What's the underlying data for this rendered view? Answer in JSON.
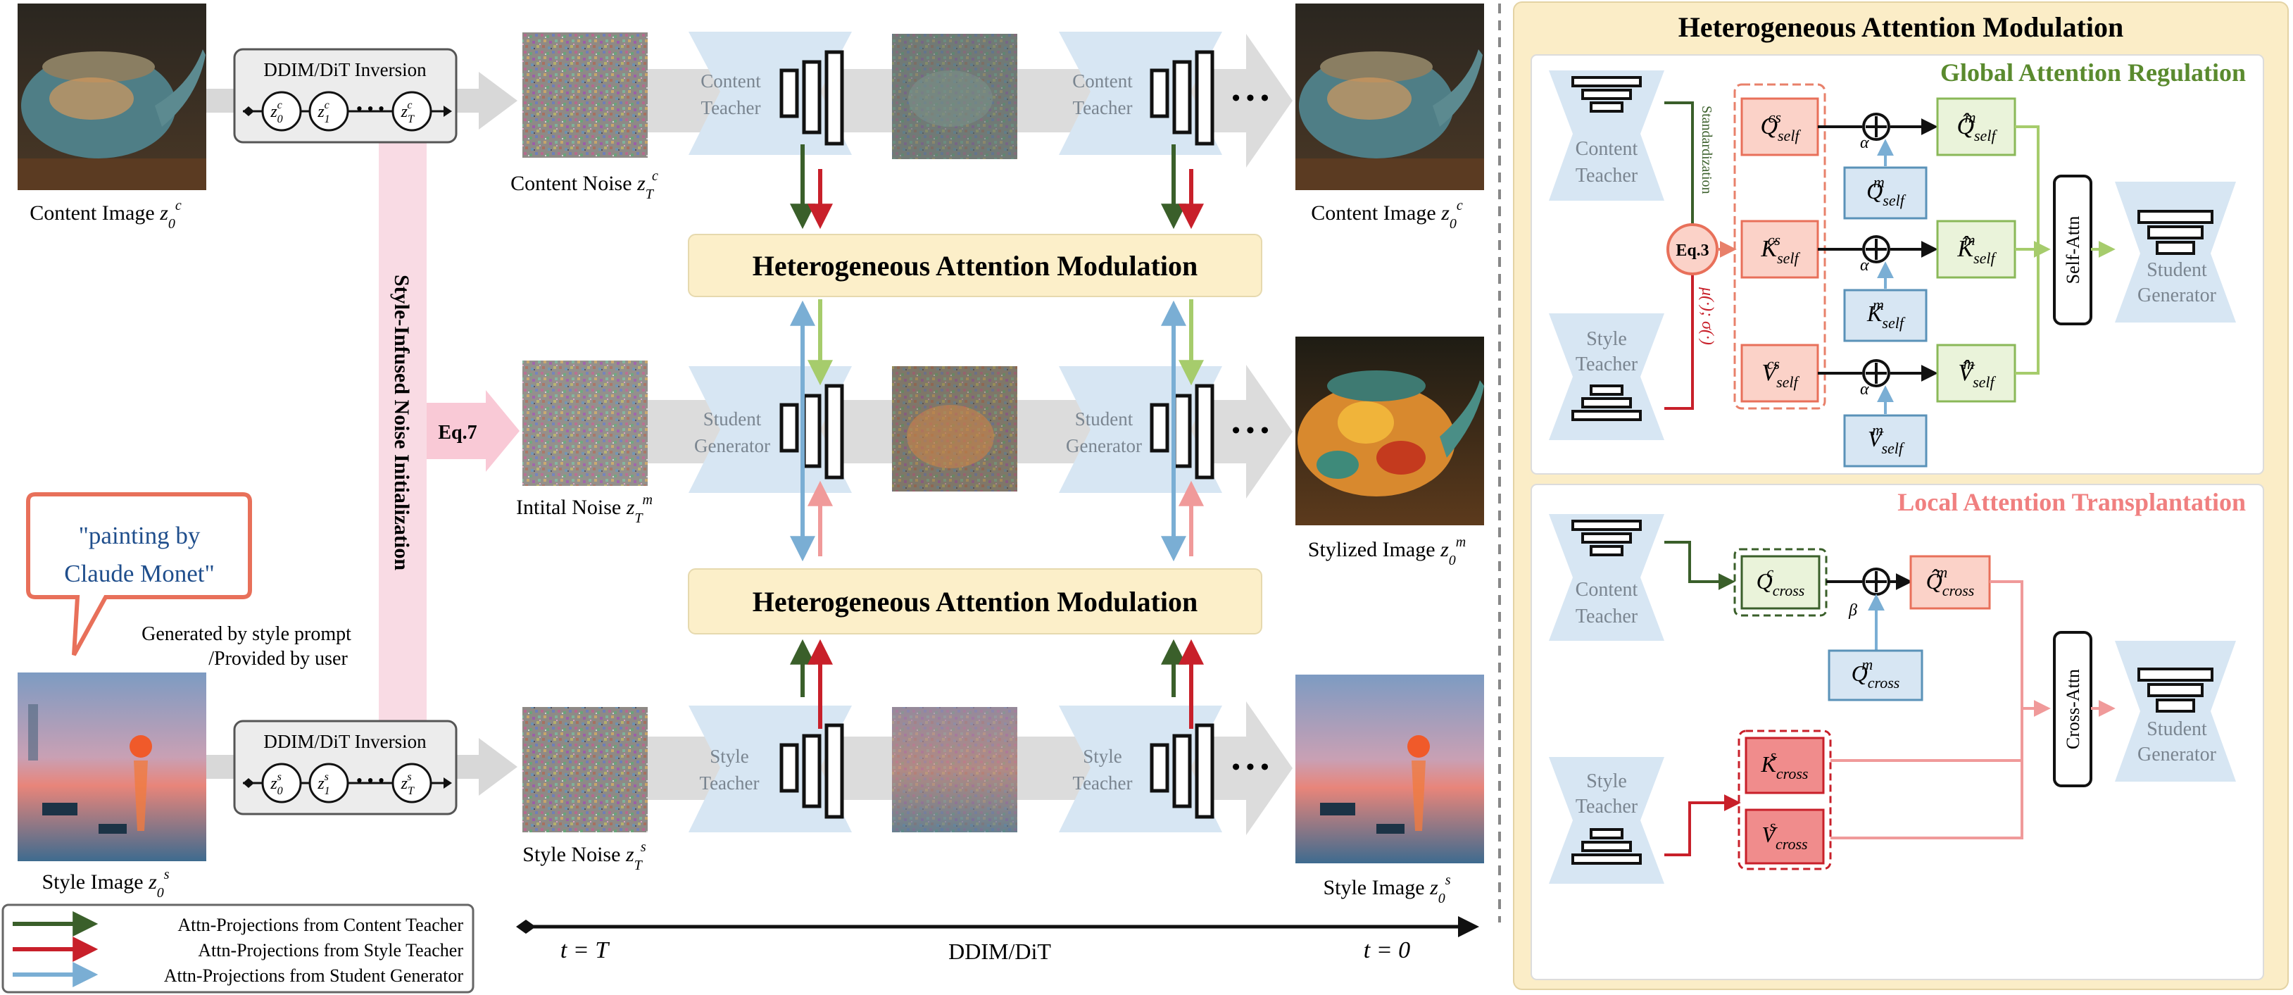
{
  "figure": {
    "labels": {
      "content_image": "Content Image",
      "style_image": "Style Image",
      "content_noise": "Content Noise",
      "initial_noise": "Intital Noise",
      "style_noise": "Style Noise",
      "content_image_out": "Content Image",
      "stylized_image": "Stylized Image",
      "style_image_out": "Style Image",
      "inversion_title": "DDIM/DiT Inversion",
      "noise_init": "Style-Infused Noise Initialization",
      "eq7": "Eq.7",
      "ham": "Heterogeneous Attention Modulation",
      "prompt": "\"painting by Claude Monet\"",
      "prompt_caption_1": "Generated by style prompt",
      "prompt_caption_2": "/Provided by user",
      "content_teacher": "Content Teacher",
      "student_generator": "Student Generator",
      "style_teacher": "Style Teacher",
      "dots": "• • •",
      "t_start": "t = T",
      "t_end": "t = 0",
      "timeline": "DDIM/DiT"
    },
    "legend": [
      {
        "label": "Attn-Projections from Content Teacher",
        "color": "#3a5f2a"
      },
      {
        "label": "Attn-Projections from Style Teacher",
        "color": "#c8202a"
      },
      {
        "label": "Attn-Projections from Student Generator",
        "color": "#7aaed4"
      }
    ],
    "panel": {
      "title": "Heterogeneous Attention Modulation",
      "global": "Global Attention Regulation",
      "local": "Local Attention Transplantation",
      "standardization": "Standardization",
      "eq3": "Eq.3",
      "mu_sigma": "μ(·); σ(·)",
      "alpha": "α",
      "beta": "β",
      "self_attn": "Self-Attn",
      "cross_attn": "Cross-Attn"
    },
    "colors": {
      "content_arrow": "#3a5f2a",
      "style_arrow": "#c8202a",
      "student_arrow": "#7aaed4",
      "light_green": "#a6cc6c",
      "light_red": "#f09a9a",
      "ham_fill": "#fcefc9",
      "panel_fill": "#fbedc7",
      "network_fill": "#d7e6f3"
    }
  }
}
